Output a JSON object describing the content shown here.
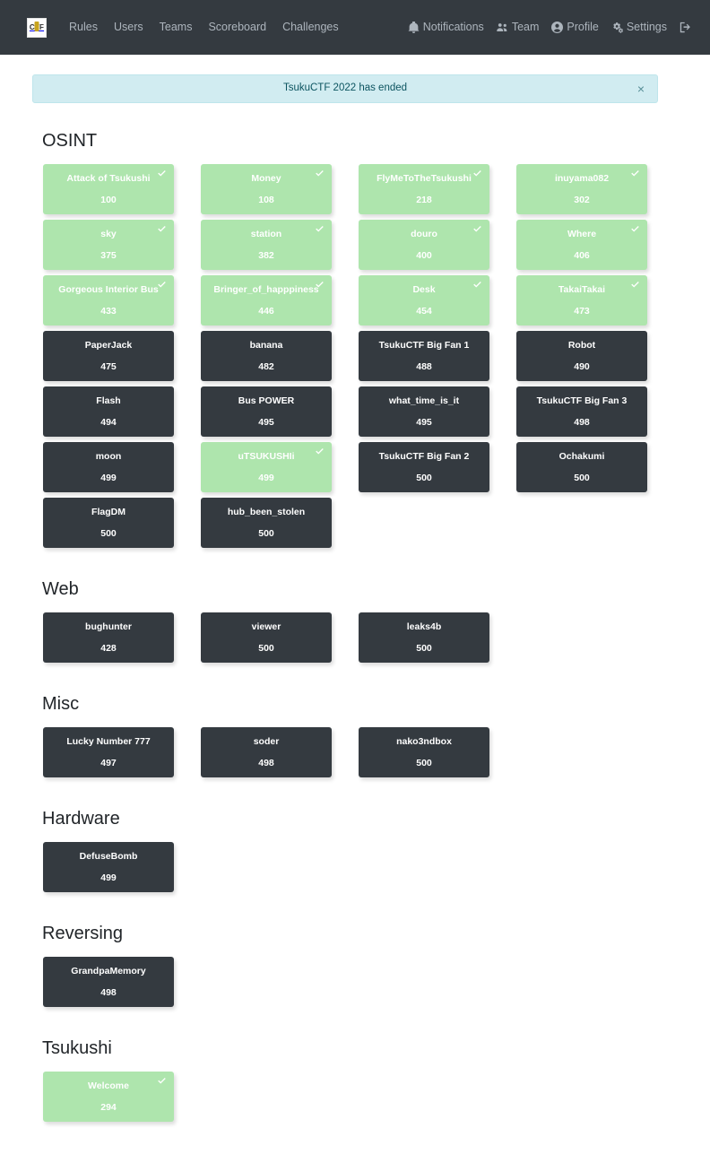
{
  "navbar": {
    "brand": {
      "text": "CTF",
      "icon": "ctf-logo-icon"
    },
    "left_links": [
      {
        "label": "Rules",
        "name": "rules"
      },
      {
        "label": "Users",
        "name": "users"
      },
      {
        "label": "Teams",
        "name": "teams"
      },
      {
        "label": "Scoreboard",
        "name": "scoreboard"
      },
      {
        "label": "Challenges",
        "name": "challenges"
      }
    ],
    "right_links": [
      {
        "label": "Notifications",
        "name": "notifications",
        "icon": "bell-icon"
      },
      {
        "label": "Team",
        "name": "team",
        "icon": "users-icon"
      },
      {
        "label": "Profile",
        "name": "profile",
        "icon": "user-circle-icon"
      },
      {
        "label": "Settings",
        "name": "settings",
        "icon": "gears-icon"
      },
      {
        "label": "",
        "name": "logout",
        "icon": "sign-out-icon"
      }
    ]
  },
  "alert": {
    "message": "TsukuCTF 2022 has ended",
    "close_label": "×",
    "background": "#d1ecf1",
    "text_color": "#0c5460"
  },
  "colors": {
    "solved": "#aee5ad",
    "unsolved": "#343a40",
    "navbar": "#343a40",
    "heading": "#212529"
  },
  "categories": [
    {
      "name": "OSINT",
      "challenges": [
        {
          "name": "Attack of Tsukushi",
          "value": "100",
          "solved": true
        },
        {
          "name": "Money",
          "value": "108",
          "solved": true
        },
        {
          "name": "FlyMeToTheTsukushi",
          "value": "218",
          "solved": true
        },
        {
          "name": "inuyama082",
          "value": "302",
          "solved": true
        },
        {
          "name": "sky",
          "value": "375",
          "solved": true
        },
        {
          "name": "station",
          "value": "382",
          "solved": true
        },
        {
          "name": "douro",
          "value": "400",
          "solved": true
        },
        {
          "name": "Where",
          "value": "406",
          "solved": true
        },
        {
          "name": "Gorgeous Interior Bus",
          "value": "433",
          "solved": true
        },
        {
          "name": "Bringer_of_happpiness",
          "value": "446",
          "solved": true
        },
        {
          "name": "Desk",
          "value": "454",
          "solved": true
        },
        {
          "name": "TakaiTakai",
          "value": "473",
          "solved": true
        },
        {
          "name": "PaperJack",
          "value": "475",
          "solved": false
        },
        {
          "name": "banana",
          "value": "482",
          "solved": false
        },
        {
          "name": "TsukuCTF Big Fan 1",
          "value": "488",
          "solved": false
        },
        {
          "name": "Robot",
          "value": "490",
          "solved": false
        },
        {
          "name": "Flash",
          "value": "494",
          "solved": false
        },
        {
          "name": "Bus POWER",
          "value": "495",
          "solved": false
        },
        {
          "name": "what_time_is_it",
          "value": "495",
          "solved": false
        },
        {
          "name": "TsukuCTF Big Fan 3",
          "value": "498",
          "solved": false
        },
        {
          "name": "moon",
          "value": "499",
          "solved": false
        },
        {
          "name": "uTSUKUSHIi",
          "value": "499",
          "solved": true
        },
        {
          "name": "TsukuCTF Big Fan 2",
          "value": "500",
          "solved": false
        },
        {
          "name": "Ochakumi",
          "value": "500",
          "solved": false
        },
        {
          "name": "FlagDM",
          "value": "500",
          "solved": false
        },
        {
          "name": "hub_been_stolen",
          "value": "500",
          "solved": false
        }
      ]
    },
    {
      "name": "Web",
      "challenges": [
        {
          "name": "bughunter",
          "value": "428",
          "solved": false
        },
        {
          "name": "viewer",
          "value": "500",
          "solved": false
        },
        {
          "name": "leaks4b",
          "value": "500",
          "solved": false
        }
      ]
    },
    {
      "name": "Misc",
      "challenges": [
        {
          "name": "Lucky Number 777",
          "value": "497",
          "solved": false
        },
        {
          "name": "soder",
          "value": "498",
          "solved": false
        },
        {
          "name": "nako3ndbox",
          "value": "500",
          "solved": false
        }
      ]
    },
    {
      "name": "Hardware",
      "challenges": [
        {
          "name": "DefuseBomb",
          "value": "499",
          "solved": false
        }
      ]
    },
    {
      "name": "Reversing",
      "challenges": [
        {
          "name": "GrandpaMemory",
          "value": "498",
          "solved": false
        }
      ]
    },
    {
      "name": "Tsukushi",
      "challenges": [
        {
          "name": "Welcome",
          "value": "294",
          "solved": true
        }
      ]
    }
  ]
}
